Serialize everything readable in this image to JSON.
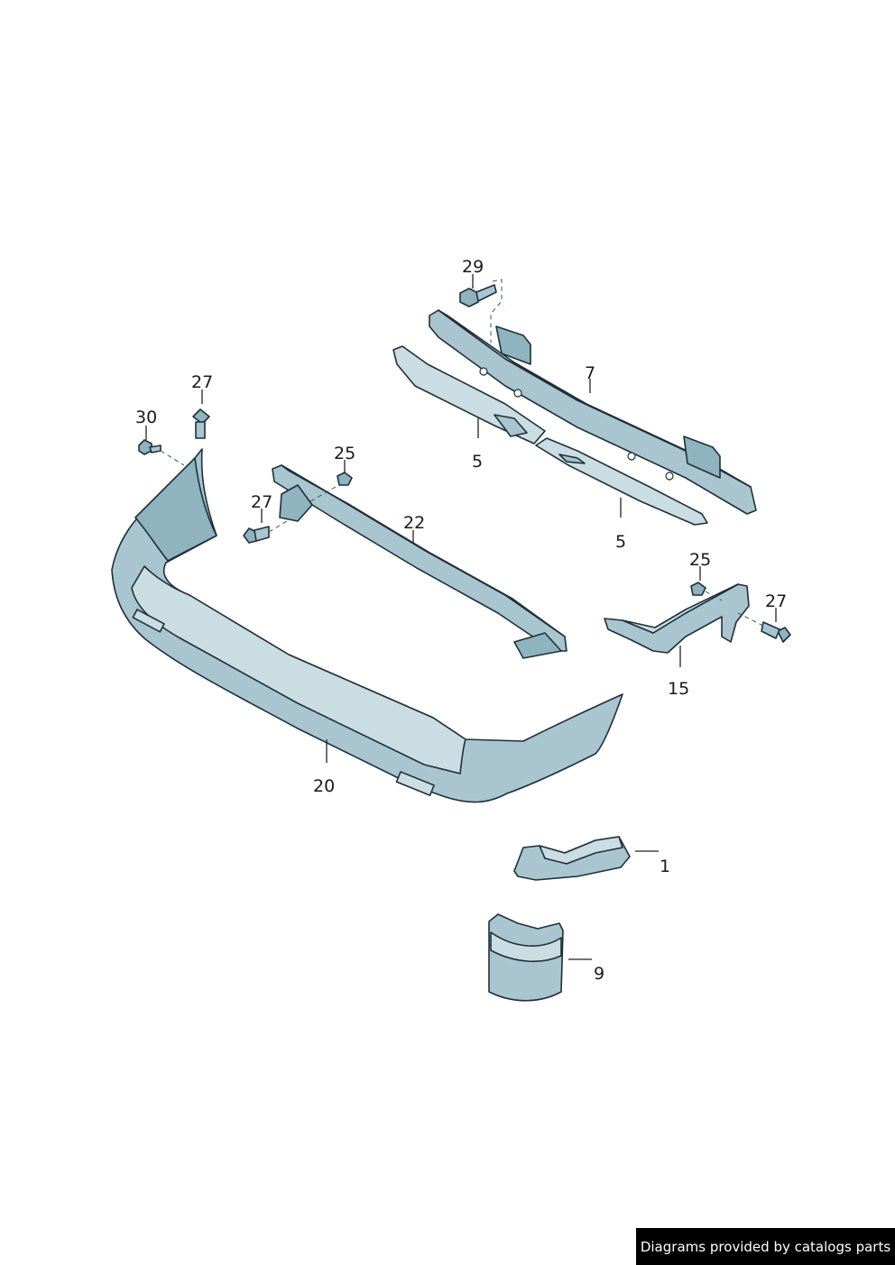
{
  "callouts": {
    "c29": "29",
    "c7": "7",
    "c5a": "5",
    "c5b": "5",
    "c27a": "27",
    "c30": "30",
    "c25a": "25",
    "c27b": "27",
    "c22": "22",
    "c25b": "25",
    "c27c": "27",
    "c15": "15",
    "c20": "20",
    "c1": "1",
    "c9": "9"
  },
  "footer": {
    "credit": "Diagrams provided by catalogs parts"
  },
  "colors": {
    "part_fill": "#a9c6d0",
    "part_outline": "#1f2f38"
  }
}
